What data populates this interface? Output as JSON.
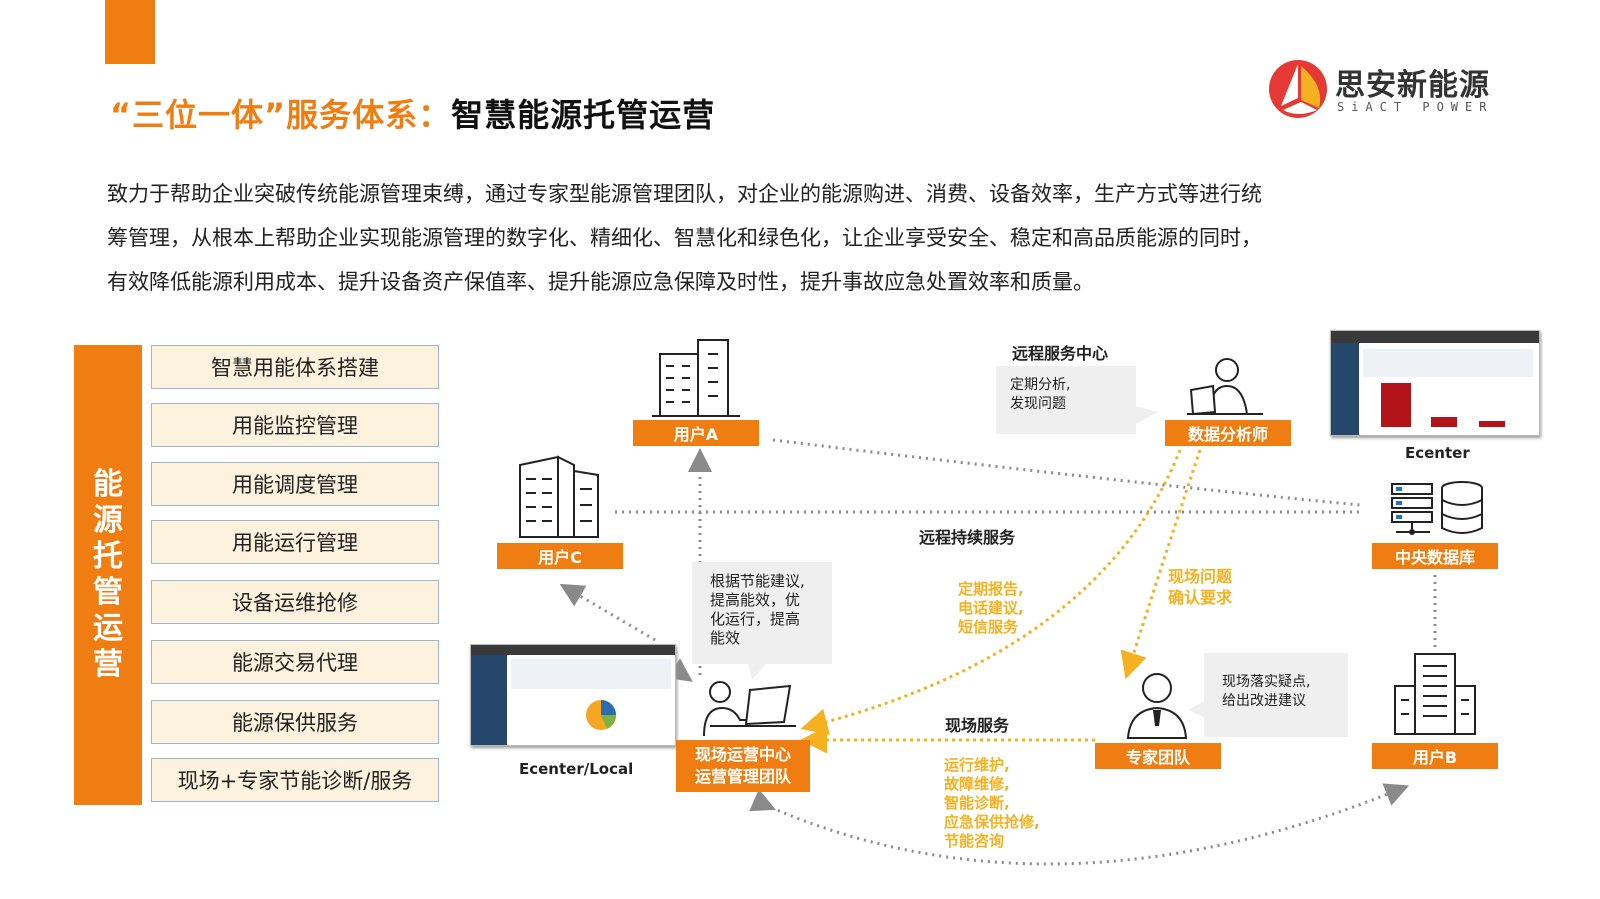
{
  "header": {
    "title_orange": "“三位一体”服务体系：",
    "title_black": "智慧能源托管运营",
    "logo_cn": "思安新能源",
    "logo_en": "SiACT POWER",
    "logo_colors": [
      "#e53935",
      "#f5b120"
    ]
  },
  "intro": {
    "line1": "致力于帮助企业突破传统能源管理束缚，通过专家型能源管理团队，对企业的能源购进、消费、设备效率，生产方式等进行统",
    "line2": "筹管理，从根本上帮助企业实现能源管理的数字化、精细化、智慧化和绿色化，让企业享受安全、稳定和高品质能源的同时，",
    "line3": "有效降低能源利用成本、提升设备资产保值率、提升能源应急保障及时性，提升事故应急处置效率和质量。"
  },
  "sidebar": {
    "label_chars": [
      "能",
      "源",
      "托",
      "管",
      "运",
      "营"
    ],
    "services": [
      "智慧用能体系搭建",
      "用能监控管理",
      "用能调度管理",
      "用能运行管理",
      "设备运维抢修",
      "能源交易代理",
      "能源保供服务",
      "现场+专家节能诊断/服务"
    ]
  },
  "diagram": {
    "user_a": "用户A",
    "user_b": "用户B",
    "user_c": "用户C",
    "analyst": "数据分析师",
    "central_db": "中央数据库",
    "expert_team": "专家团队",
    "ops_center_line1": "现场运营中心",
    "ops_center_line2": "运营管理团队",
    "remote_center": "远程服务中心",
    "ecenter": "Ecenter",
    "ecenter_local": "Ecenter/Local",
    "remote_continuous": "远程持续服务",
    "onsite_service": "现场服务",
    "bubble_analyst": [
      "定期分析,",
      "发现问题"
    ],
    "bubble_ops": [
      "根据节能建议,",
      "提高能效，优",
      "化运行，提高",
      "能效"
    ],
    "bubble_expert": [
      "现场落实疑点,",
      "给出改进建议"
    ],
    "yellow_reports": [
      "定期报告,",
      "电话建议,",
      "短信服务"
    ],
    "yellow_issues": [
      "现场问题",
      "确认要求"
    ],
    "yellow_ops": [
      "运行维护,",
      "故障维修,",
      "智能诊断,",
      "应急保供抢修,",
      "节能咨询"
    ],
    "colors": {
      "orange": "#ef7d12",
      "yellow": "#f5b120",
      "gray": "#8a8a8a"
    }
  }
}
